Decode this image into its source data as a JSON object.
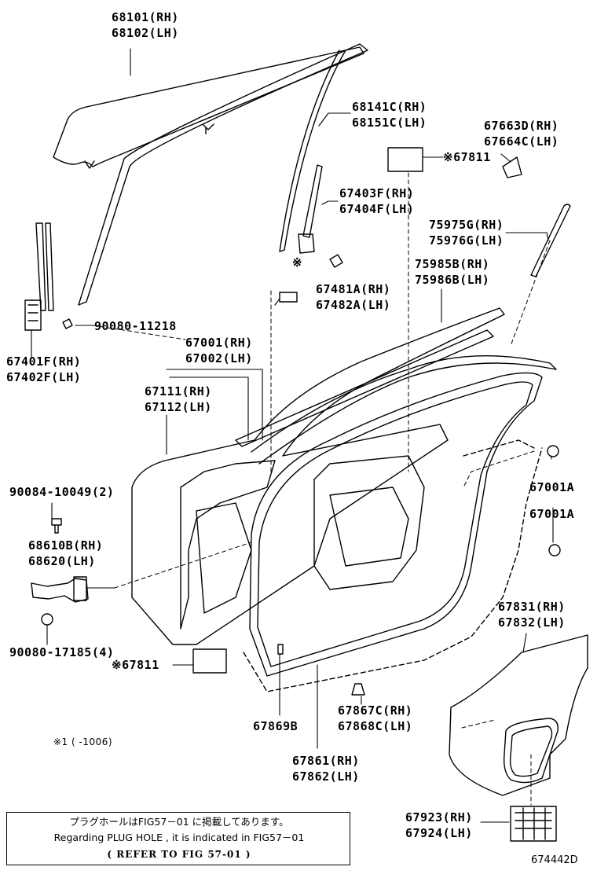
{
  "diagram": {
    "labels": {
      "door_glass": [
        "68101(RH)",
        "68102(LH)"
      ],
      "glass_run": [
        "68141C(RH)",
        "68151C(LH)"
      ],
      "rear_sash": [
        "67403F(RH)",
        "67404F(LH)"
      ],
      "pad_top": "※67811",
      "outer_cover": [
        "67663D(RH)",
        "67664C(LH)"
      ],
      "belt_mould": [
        "75975G(RH)",
        "75976G(LH)"
      ],
      "front_sash_screw": "※",
      "front_sash": [
        "67401F(RH)",
        "67402F(LH)"
      ],
      "sash_bolt": "90080-11218",
      "stopper": [
        "67481A(RH)",
        "67482A(LH)"
      ],
      "weatherstrip_outer": [
        "75985B(RH)",
        "75986B(LH)"
      ],
      "door_panel": [
        "67001(RH)",
        "67002(LH)"
      ],
      "door_outer": [
        "67111(RH)",
        "67112(LH)"
      ],
      "bolt_hinge": "90084-10049(2)",
      "plug_1": "67001A",
      "plug_2": "67001A",
      "check_assy": [
        "68610B(RH)",
        "68620(LH)"
      ],
      "bolt_check": "90080-17185(4)",
      "pad_bottom": "※67811",
      "service_cover": [
        "67831(RH)",
        "67832(LH)"
      ],
      "clip_b": "67869B",
      "clip_c": [
        "67867C(RH)",
        "67868C(LH)"
      ],
      "weatherstrip": [
        "67861(RH)",
        "67862(LH)"
      ],
      "grommet": [
        "67923(RH)",
        "67924(LH)"
      ],
      "footnote": "※1 (      -1006)"
    },
    "note": {
      "line1": "プラグホールはFIG57－01 に掲載してあります。",
      "line2": "Regarding PLUG HOLE , it is indicated in FIG57－01",
      "line3": "( REFER TO FIG   57-01 )"
    },
    "figure_id": "674442D"
  }
}
